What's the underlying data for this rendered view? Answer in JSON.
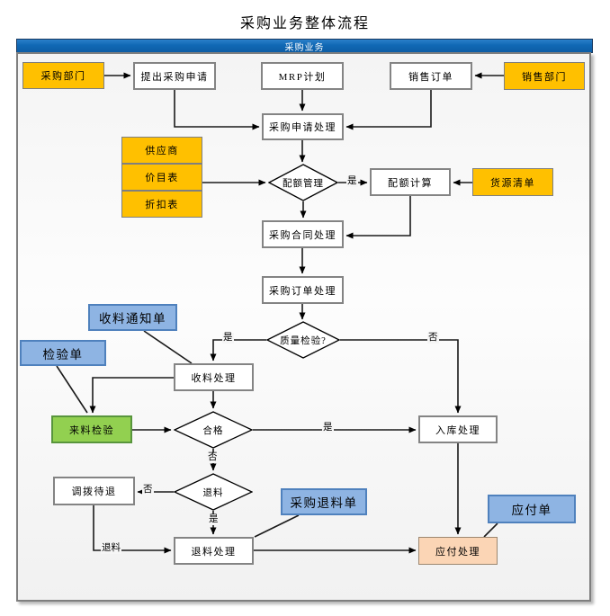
{
  "title": "采购业务整体流程",
  "header": {
    "label": "采购业务"
  },
  "colors": {
    "band_blue": "#1068b4",
    "department_orange": "#ffc000",
    "document_blue": "#8eb4e3",
    "inspection_green": "#92d050",
    "payable_peach": "#fbd5b5",
    "process_white": "#ffffff",
    "border_gray": "#7f7f7f"
  },
  "nodes": {
    "purchase_dept": {
      "label": "采购部门"
    },
    "submit_request": {
      "label": "提出采购申请"
    },
    "mrp_plan": {
      "label": "MRP计划"
    },
    "sales_order": {
      "label": "销售订单"
    },
    "sales_dept": {
      "label": "销售部门"
    },
    "request_process": {
      "label": "采购申请处理"
    },
    "supplier": {
      "label": "供应商"
    },
    "price_list": {
      "label": "价目表"
    },
    "discount_list": {
      "label": "折扣表"
    },
    "quota_mgmt": {
      "label": "配额管理"
    },
    "quota_calc": {
      "label": "配额计算"
    },
    "source_list": {
      "label": "货源清单"
    },
    "contract_process": {
      "label": "采购合同处理"
    },
    "order_process": {
      "label": "采购订单处理"
    },
    "receipt_notice": {
      "label": "收料通知单"
    },
    "inspection_sheet": {
      "label": "检验单"
    },
    "receive_process": {
      "label": "收料处理"
    },
    "quality_check": {
      "label": "质量检验?"
    },
    "incoming_inspection": {
      "label": "来料检验"
    },
    "qualified": {
      "label": "合格"
    },
    "warehouse_process": {
      "label": "入库处理"
    },
    "transfer_pending": {
      "label": "调拨待退"
    },
    "return_decision": {
      "label": "退料"
    },
    "purchase_return_sheet": {
      "label": "采购退料单"
    },
    "return_process": {
      "label": "退料处理"
    },
    "payable_process": {
      "label": "应付处理"
    },
    "payable_sheet": {
      "label": "应付单"
    }
  },
  "edge_labels": {
    "yes": "是",
    "no": "否",
    "return_material": "退料"
  }
}
